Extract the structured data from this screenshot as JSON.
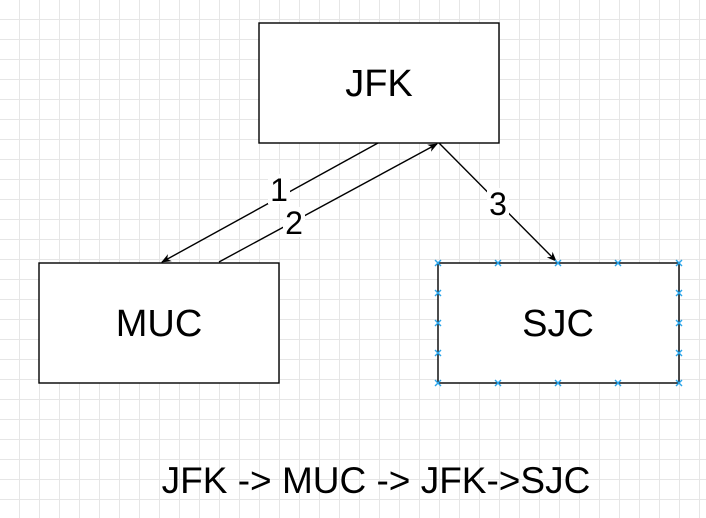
{
  "diagram": {
    "nodes": {
      "jfk": {
        "label": "JFK"
      },
      "muc": {
        "label": "MUC"
      },
      "sjc": {
        "label": "SJC"
      }
    },
    "edges": {
      "jfk_to_muc": {
        "label": "1"
      },
      "muc_to_jfk": {
        "label": "2"
      },
      "jfk_to_sjc": {
        "label": "3"
      }
    },
    "route_text": "JFK -> MUC -> JFK->SJC",
    "colors": {
      "stroke": "#000000",
      "selection_handle": "#29a4ea",
      "grid": "#e6e6e6"
    }
  }
}
